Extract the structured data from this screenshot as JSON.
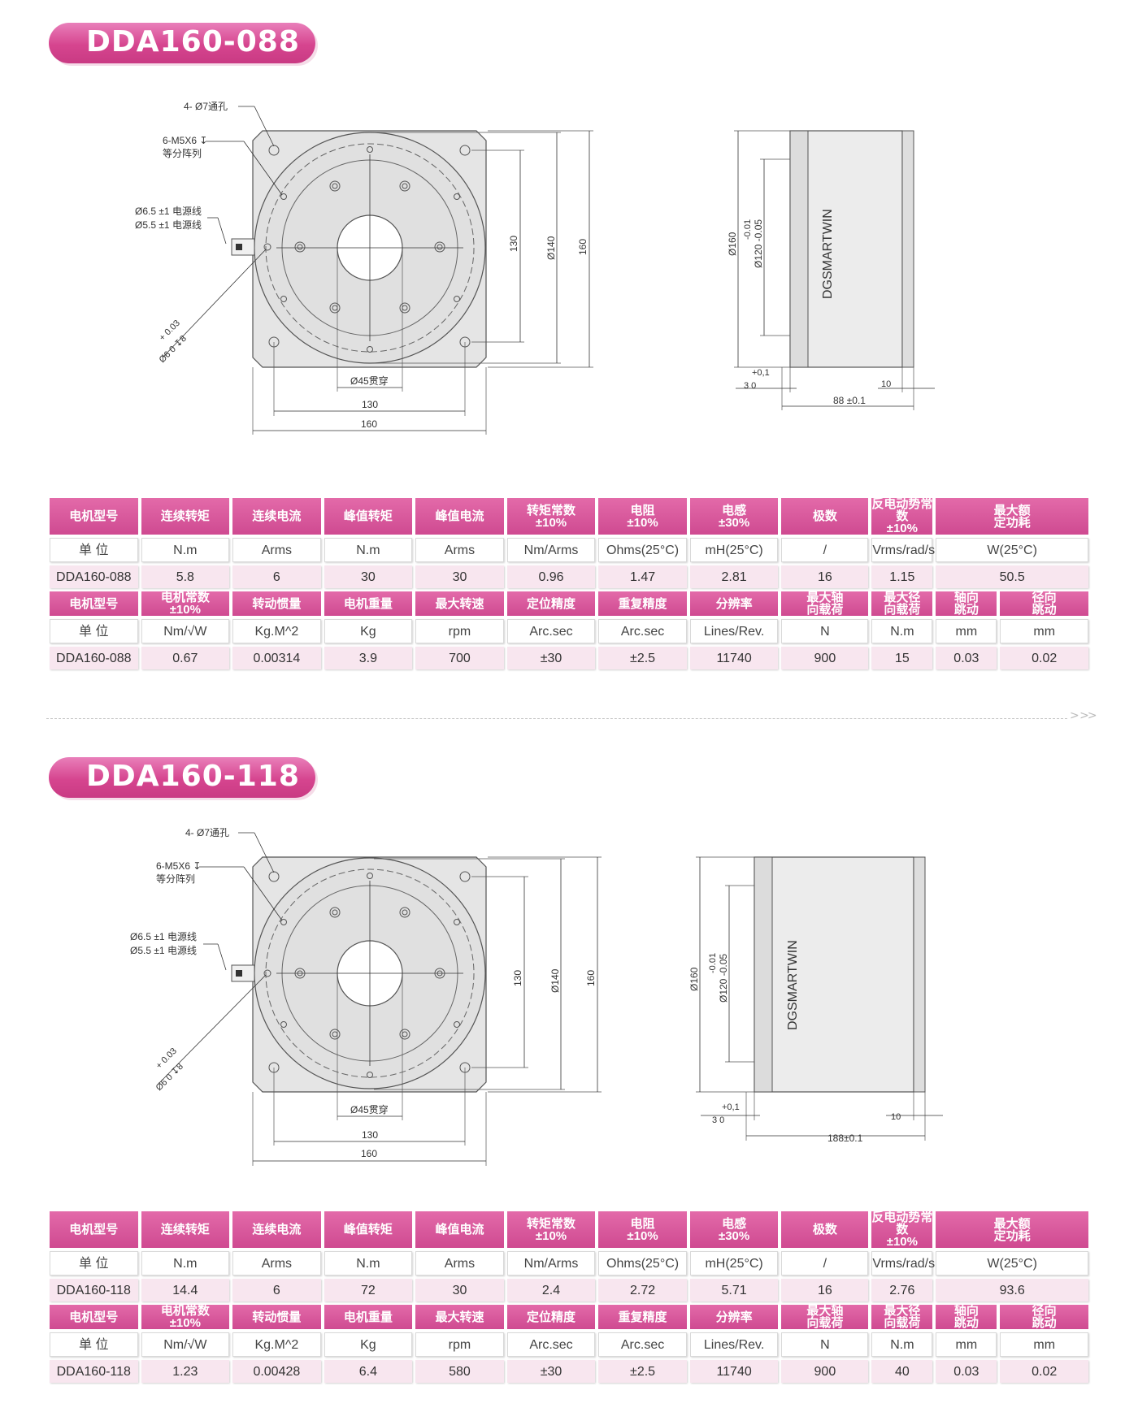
{
  "sections": [
    {
      "model": "DDA160-088",
      "drawing": {
        "label_holes": "4- Ø7通孔",
        "label_threads": "6-M5X6 ↧",
        "label_pattern": "等分阵列",
        "label_cable1": "Ø6.5 ±1 电源线",
        "label_cable2": "Ø5.5 ±1 电源线",
        "label_pin_tol": "+ 0.03",
        "label_pin": "Ø6  0   ↧8",
        "dim_130_v": "130",
        "dim_140": "Ø140",
        "dim_160_v": "160",
        "dim_bore": "Ø45贯穿",
        "dim_130_h": "130",
        "dim_160_h": "160",
        "side_d160": "Ø160",
        "side_tol": "-0.01",
        "side_d120": "Ø120 -0.05",
        "brand": "DGSMARTWIN",
        "side_tol2": "+0,1",
        "side_3": "3  0",
        "side_10": "10",
        "side_len": "88 ±0.1"
      },
      "table": {
        "headers1": [
          "电机型号",
          "连续转矩",
          "连续电流",
          "峰值转矩",
          "峰值电流",
          "转矩常数|±10%",
          "电阻|±10%",
          "电感|±30%",
          "极数",
          "反电动势常数|±10%",
          "最大额|定功耗"
        ],
        "units1": [
          "单 位",
          "N.m",
          "Arms",
          "N.m",
          "Arms",
          "Nm/Arms",
          "Ohms(25°C)",
          "mH(25°C)",
          "/",
          "Vrms/rad/s",
          "W(25°C)"
        ],
        "values1": [
          "DDA160-088",
          "5.8",
          "6",
          "30",
          "30",
          "0.96",
          "1.47",
          "2.81",
          "16",
          "1.15",
          "50.5"
        ],
        "headers2": [
          "电机型号",
          "电机常数|±10%",
          "转动惯量",
          "电机重量",
          "最大转速",
          "定位精度",
          "重复精度",
          "分辨率",
          "最大轴|向载荷",
          "最大径|向载荷",
          "轴向|跳动",
          "径向|跳动"
        ],
        "units2": [
          "单 位",
          "Nm/√W",
          "Kg.M^2",
          "Kg",
          "rpm",
          "Arc.sec",
          "Arc.sec",
          "Lines/Rev.",
          "N",
          "N.m",
          "mm",
          "mm"
        ],
        "values2": [
          "DDA160-088",
          "0.67",
          "0.00314",
          "3.9",
          "700",
          "±30",
          "±2.5",
          "11740",
          "900",
          "15",
          "0.03",
          "0.02"
        ]
      }
    },
    {
      "model": "DDA160-118",
      "drawing": {
        "label_holes": "4- Ø7通孔",
        "label_threads": "6-M5X6 ↧",
        "label_pattern": "等分阵列",
        "label_cable1": "Ø6.5 ±1 电源线",
        "label_cable2": "Ø5.5 ±1 电源线",
        "label_pin_tol": "+ 0.03",
        "label_pin": "Ø6  0   ↧8",
        "dim_130_v": "130",
        "dim_140": "Ø140",
        "dim_160_v": "160",
        "dim_bore": "Ø45贯穿",
        "dim_130_h": "130",
        "dim_160_h": "160",
        "side_d160": "Ø160",
        "side_tol": "-0.01",
        "side_d120": "Ø120 -0.05",
        "brand": "DGSMARTWIN",
        "side_tol2": "+0,1",
        "side_3": "3  0",
        "side_10": "10",
        "side_len": "188±0.1"
      },
      "table": {
        "headers1": [
          "电机型号",
          "连续转矩",
          "连续电流",
          "峰值转矩",
          "峰值电流",
          "转矩常数|±10%",
          "电阻|±10%",
          "电感|±30%",
          "极数",
          "反电动势常数|±10%",
          "最大额|定功耗"
        ],
        "units1": [
          "单 位",
          "N.m",
          "Arms",
          "N.m",
          "Arms",
          "Nm/Arms",
          "Ohms(25°C)",
          "mH(25°C)",
          "/",
          "Vrms/rad/s",
          "W(25°C)"
        ],
        "values1": [
          "DDA160-118",
          "14.4",
          "6",
          "72",
          "30",
          "2.4",
          "2.72",
          "5.71",
          "16",
          "2.76",
          "93.6"
        ],
        "headers2": [
          "电机型号",
          "电机常数|±10%",
          "转动惯量",
          "电机重量",
          "最大转速",
          "定位精度",
          "重复精度",
          "分辨率",
          "最大轴|向载荷",
          "最大径|向载荷",
          "轴向|跳动",
          "径向|跳动"
        ],
        "units2": [
          "单 位",
          "Nm/√W",
          "Kg.M^2",
          "Kg",
          "rpm",
          "Arc.sec",
          "Arc.sec",
          "Lines/Rev.",
          "N",
          "N.m",
          "mm",
          "mm"
        ],
        "values2": [
          "DDA160-118",
          "1.23",
          "0.00428",
          "6.4",
          "580",
          "±30",
          "±2.5",
          "11740",
          "900",
          "40",
          "0.03",
          "0.02"
        ]
      }
    }
  ],
  "divider_arrow": "> >>",
  "colors": {
    "accent": "#d6458f",
    "value_bg": "#f8e6ef"
  }
}
